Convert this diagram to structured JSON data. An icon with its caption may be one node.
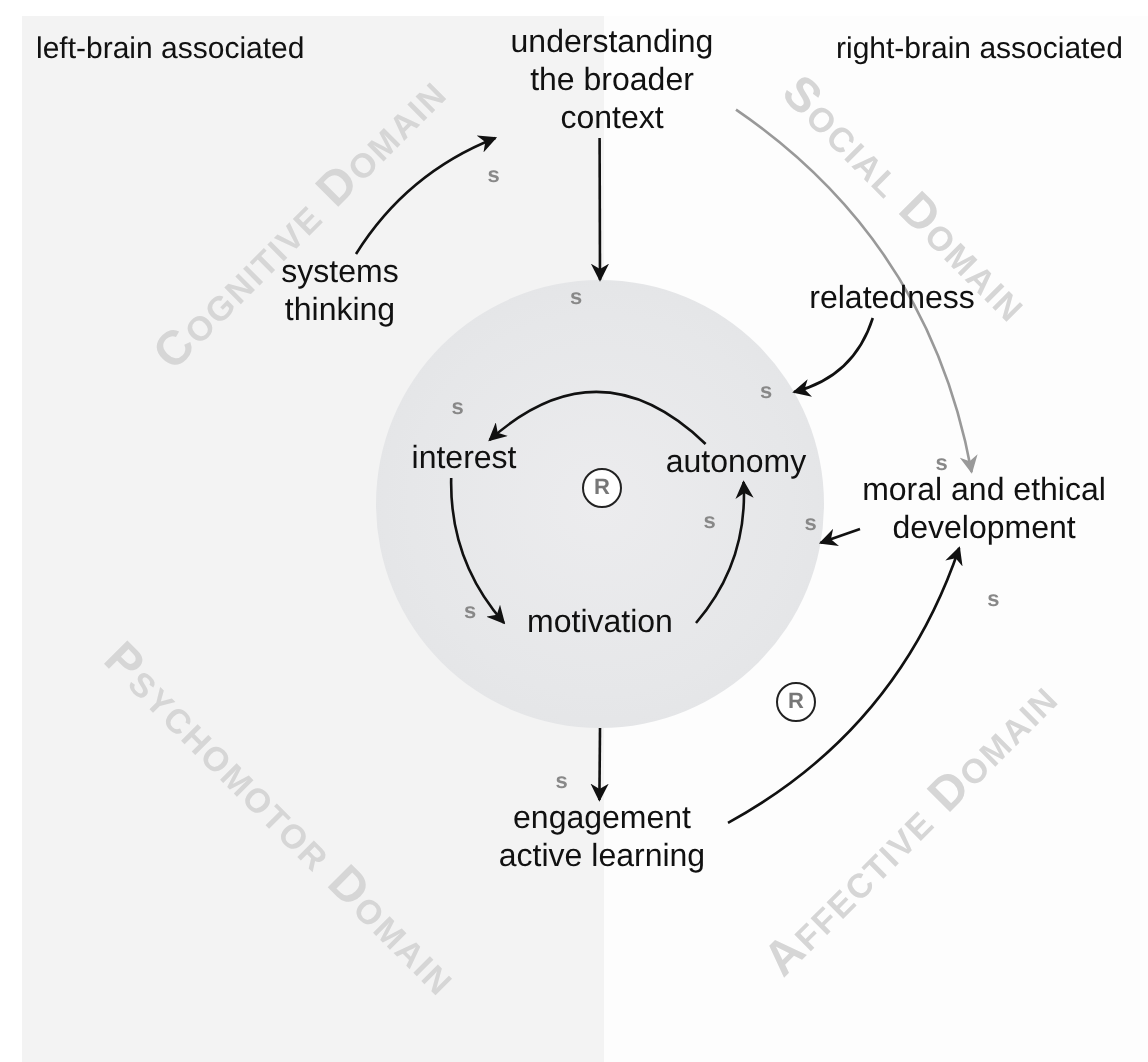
{
  "diagram": {
    "nodes": [
      {
        "text": [
          "understanding the broader context"
        ]
      },
      {
        "text": [
          "systems thinking"
        ]
      },
      {
        "text": [
          "relatedness"
        ]
      },
      {
        "text": [],
        "shape": "circle"
      },
      {
        "text": [
          "interest"
        ],
        "in": 3
      },
      {
        "text": [
          "autonomy"
        ],
        "in": 3
      },
      {
        "text": [
          "moral and ethical development"
        ]
      },
      {
        "text": [
          "motivation"
        ],
        "in": 3
      },
      {
        "text": [
          "engagement active learning"
        ]
      }
    ],
    "edges": [
      {
        "from": 1,
        "to": 0,
        "arrow": "to",
        "label": "s"
      },
      {
        "from": 0,
        "to": 3,
        "arrow": "to",
        "label": "s"
      },
      {
        "from": 0,
        "to": 6,
        "arrow": "to",
        "label": "s",
        "color": "#999999"
      },
      {
        "from": 2,
        "to": 3,
        "arrow": "to",
        "label": "s"
      },
      {
        "from": 5,
        "to": 4,
        "arrow": "to",
        "label": "s"
      },
      {
        "from": 4,
        "to": 7,
        "arrow": "to",
        "label": "s"
      },
      {
        "from": 7,
        "to": 5,
        "arrow": "to",
        "label": "s"
      },
      {
        "from": 3,
        "to": 8,
        "arrow": "to",
        "label": "s"
      },
      {
        "from": 8,
        "to": 6,
        "arrow": "to",
        "label": "s"
      },
      {
        "from": 6,
        "to": 3,
        "arrow": "to",
        "label": "s"
      }
    ],
    "labels": [
      "left-brain associated",
      "right-brain associated",
      "Cognitive Domain",
      "Social Domain",
      "R",
      "Psychomotor Domain",
      "R",
      "Affective Domain"
    ]
  }
}
